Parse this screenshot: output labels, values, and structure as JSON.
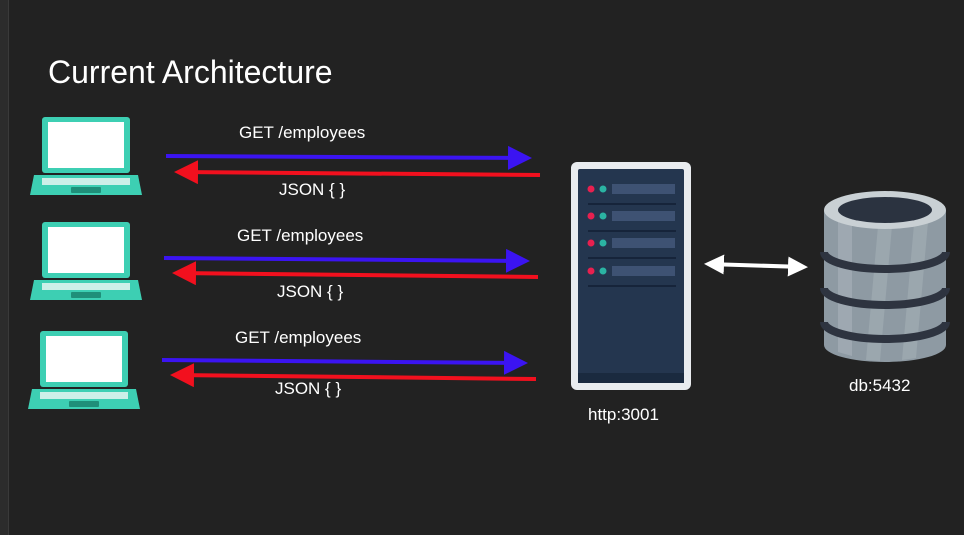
{
  "slide": {
    "title": "Current Architecture"
  },
  "clients": [
    {
      "icon": "laptop-icon",
      "request_label": "GET /employees",
      "response_label": "JSON { }"
    },
    {
      "icon": "laptop-icon",
      "request_label": "GET /employees",
      "response_label": "JSON { }"
    },
    {
      "icon": "laptop-icon",
      "request_label": "GET /employees",
      "response_label": "JSON { }"
    }
  ],
  "server": {
    "icon": "server-rack-icon",
    "label": "http:3001"
  },
  "database": {
    "icon": "database-icon",
    "label": "db:5432"
  },
  "colors": {
    "background": "#222222",
    "request_arrow": "#3b14f2",
    "response_arrow": "#f2101e",
    "server_link_arrow": "#ffffff",
    "laptop": "#3dcfb3",
    "server_panel": "#24364f",
    "database": "#8e9aa3"
  }
}
